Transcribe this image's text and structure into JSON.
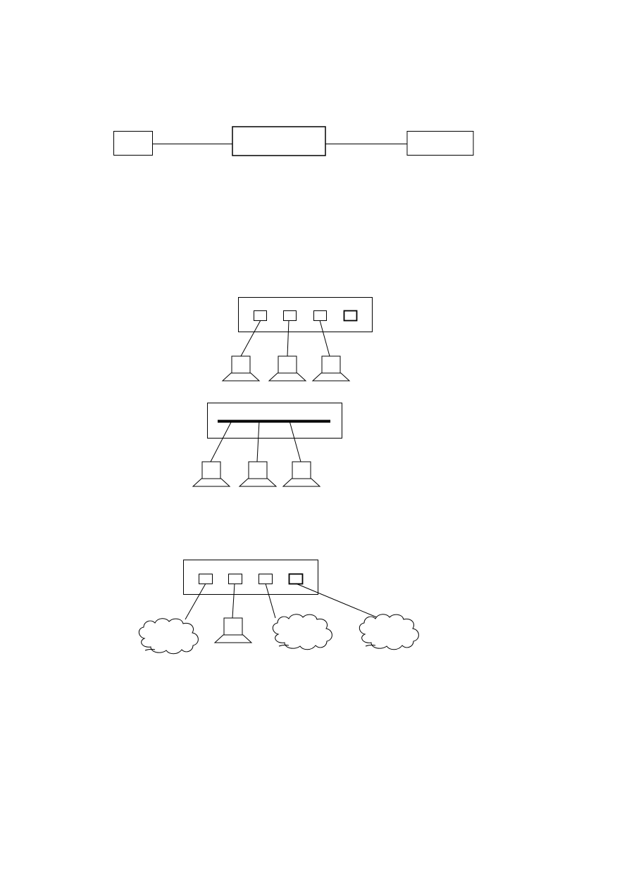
{
  "figures": [
    {
      "id": "link-chain",
      "nodes": [
        "left-box",
        "center-box",
        "right-box"
      ],
      "links": [
        [
          "left-box",
          "center-box"
        ],
        [
          "center-box",
          "right-box"
        ]
      ]
    },
    {
      "id": "hub-with-ports",
      "ports": 4,
      "connected_ports": [
        1,
        2,
        3
      ],
      "devices": [
        "computer",
        "computer",
        "computer"
      ]
    },
    {
      "id": "bus-segment",
      "devices": [
        "computer",
        "computer",
        "computer"
      ]
    },
    {
      "id": "router-with-ports",
      "ports": 4,
      "attachments": [
        "network-cloud",
        "computer",
        "network-cloud",
        "network-cloud"
      ]
    }
  ],
  "icons": {
    "computer": "computer-icon",
    "cloud": "network-cloud-icon"
  },
  "colors": {
    "stroke": "#000000",
    "fill": "#ffffff"
  }
}
